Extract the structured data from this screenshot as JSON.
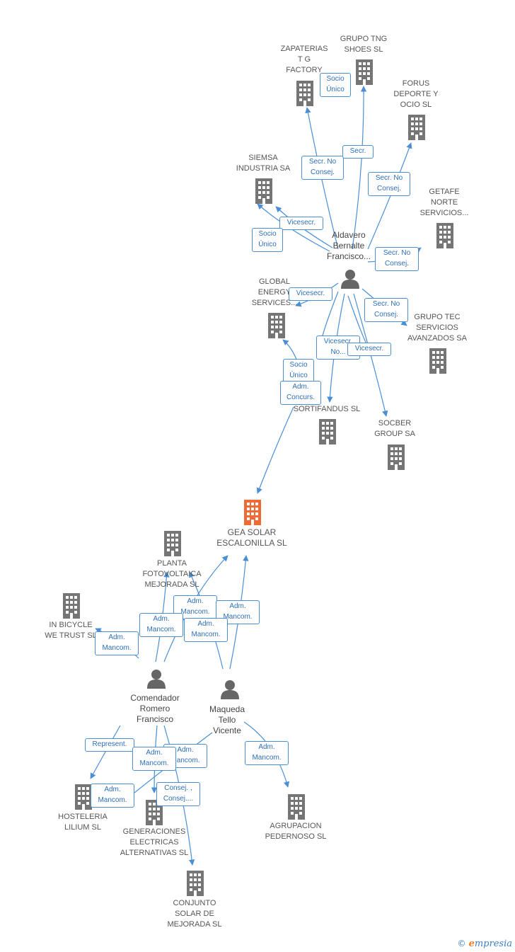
{
  "colors": {
    "edge": "#4a8fd6",
    "building": "#757575",
    "focal": "#f06a35",
    "person": "#666666"
  },
  "brand": {
    "copyright": "©",
    "initial": "e",
    "rest": "mpresia"
  },
  "companies": {
    "zapaterias": "ZAPATERIAS\nT G\nFACTORY",
    "grupo_tng": "GRUPO TNG\nSHOES SL",
    "forus": "FORUS\nDEPORTE Y\nOCIO  SL",
    "siemsa": "SIEMSA\nINDUSTRIA SA",
    "getafe": "GETAFE\nNORTE\nSERVICIOS...",
    "global_energy": "GLOBAL\nENERGY\nSERVICES...",
    "grupo_tec": "GRUPO TEC\nSERVICIOS\nAVANZADOS SA",
    "sortifandus": "SORTIFANDUS SL",
    "socber": "SOCBER\nGROUP SA",
    "gea_solar": "GEA SOLAR\nESCALONILLA SL",
    "planta": "PLANTA\nFOTOVOLTAICA\nMEJORADA SL",
    "in_bicycle": "IN BICYCLE\nWE TRUST SL",
    "hosteleria": "HOSTELERIA\nLILIUM SL",
    "generaciones": "GENERACIONES\nELECTRICAS\nALTERNATIVAS SL",
    "conjunto": "CONJUNTO\nSOLAR DE\nMEJORADA SL",
    "agrupacion": "AGRUPACION\nPEDERNOSO SL"
  },
  "people": {
    "aldavero": "Aldavero\nBernalte\nFrancisco...",
    "comendador": "Comendador\nRomero\nFrancisco",
    "maqueda": "Maqueda\nTello\nVicente"
  },
  "edge_labels": {
    "socio_unico_tng": "Socio\nÚnico",
    "secr_no_consej_zap": "Secr.  No\nConsej.",
    "secr_tng": "Secr.",
    "secr_no_consej_forus": "Secr.  No\nConsej.",
    "vicesecr_siemsa": "Vicesecr.",
    "socio_unico_siemsa": "Socio\nÚnico",
    "secr_no_consej_getafe": "Secr.  No\nConsej.",
    "vicesecr_global": "Vicesecr.",
    "secr_no_consej_tec": "Secr.  No\nConsej.",
    "vicesecr_no_sort": "Vicesecr.\nNo...",
    "vicesecr_socber": "Vicesecr.",
    "socio_unico_global": "Socio\nÚnico",
    "adm_concurs": "Adm.\nConcurs.",
    "adm_mancom_1": "Adm.\nMancom.",
    "adm_mancom_2": "Adm.\nMancom.",
    "adm_mancom_3": "Adm.\nMancom.",
    "adm_mancom_4": "Adm.\nMancom.",
    "adm_mancom_bicycle": "Adm.\nMancom.",
    "represent": "Represent.",
    "adm_mancom_5": "Adm.\nMancom.",
    "adm_mancom_6": "Adm.\nMancom.",
    "adm_mancom_host": "Adm.\nMancom.",
    "consej": "Consej. ,\nConsej....",
    "adm_mancom_agrup": "Adm.\nMancom."
  }
}
